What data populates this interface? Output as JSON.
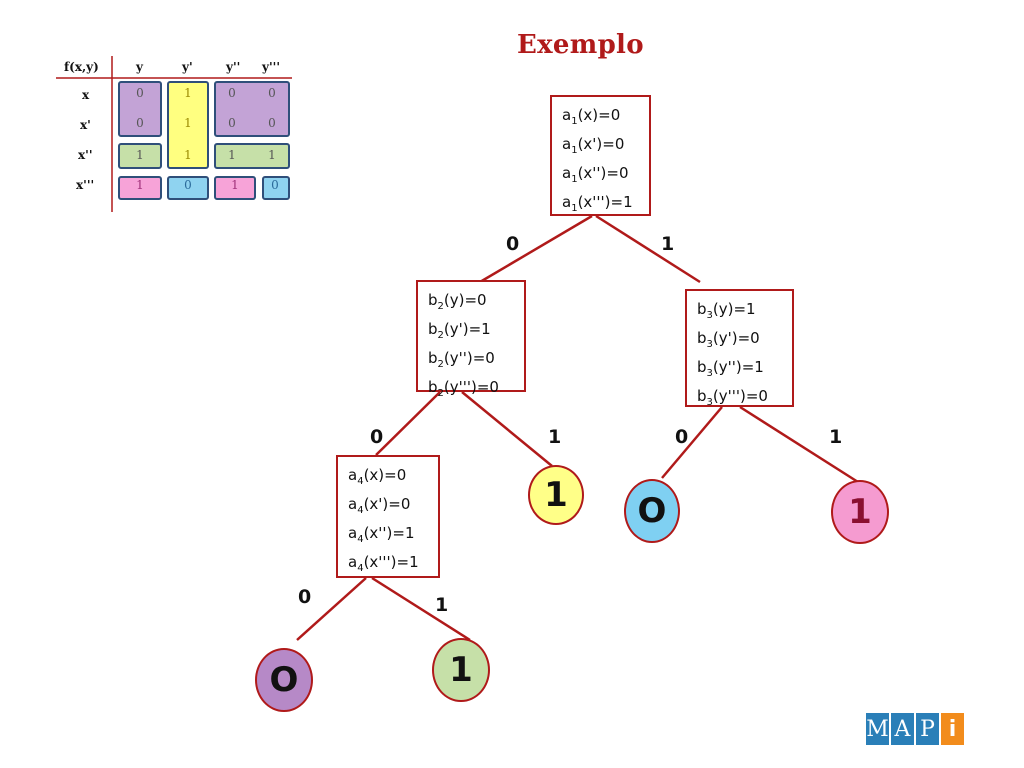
{
  "title": "Exemplo",
  "table": {
    "corner": "f(x,y)",
    "col_headers": [
      "y",
      "y'",
      "y''",
      "y'''"
    ],
    "row_headers": [
      "x",
      "x'",
      "x''",
      "x'''"
    ],
    "values": [
      [
        "0",
        "1",
        "0",
        "0"
      ],
      [
        "0",
        "1",
        "0",
        "0"
      ],
      [
        "1",
        "1",
        "1",
        "1"
      ],
      [
        "1",
        "0",
        "1",
        "0"
      ]
    ]
  },
  "tree": {
    "root": [
      "a1(x)=0",
      "a1(x')=0",
      "a1(x'')=0",
      "a1(x''')=1"
    ],
    "b2": [
      "b2(y)=0",
      "b2(y')=1",
      "b2(y'')=0",
      "b2(y''')=0"
    ],
    "b3": [
      "b3(y)=1",
      "b3(y')=0",
      "b3(y'')=1",
      "b3(y''')=0"
    ],
    "a4": [
      "a4(x)=0",
      "a4(x')=0",
      "a4(x'')=1",
      "a4(x''')=1"
    ],
    "edge_labels": {
      "root_left": "0",
      "root_right": "1",
      "b2_left": "0",
      "b2_right": "1",
      "b3_left": "0",
      "b3_right": "1",
      "a4_left": "0",
      "a4_right": "1"
    },
    "leaves": {
      "b2_right": "1",
      "b3_left": "O",
      "b3_right": "1",
      "a4_left": "O",
      "a4_right": "1"
    }
  },
  "colors": {
    "accent": "#b01a1a",
    "purple": "#c3a3d6",
    "yellow": "#ffff80",
    "green": "#c6e0a8",
    "pink": "#f7a3d8",
    "blue": "#8fd3f0",
    "leaf_yellow": "#ffff88",
    "leaf_blue": "#7fd0f2",
    "leaf_pink": "#f59bd0",
    "leaf_purple": "#b689c7",
    "leaf_green": "#c6e0a8"
  },
  "logo": [
    "M",
    "A",
    "P",
    "i"
  ]
}
